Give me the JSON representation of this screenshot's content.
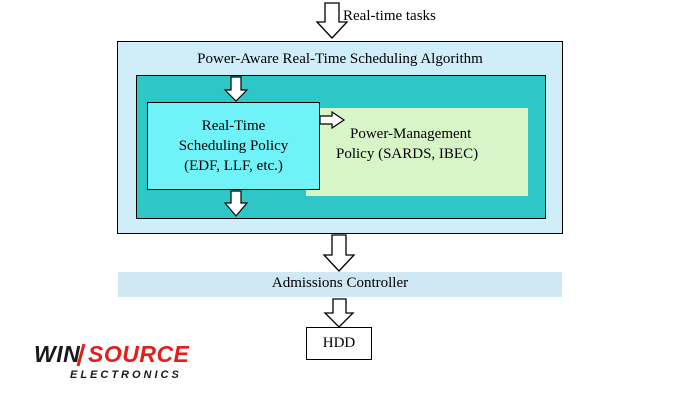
{
  "diagram": {
    "input_label": "Real-time tasks",
    "algorithm_title": "Power-Aware Real-Time Scheduling Algorithm",
    "scheduling_policy": {
      "line1": "Real-Time",
      "line2": "Scheduling Policy",
      "line3": "(EDF, LLF, etc.)"
    },
    "power_policy": {
      "line1": "Power-Management",
      "line2": "Policy (SARDS, IBEC)"
    },
    "admissions_label": "Admissions Controller",
    "hdd_label": "HDD"
  },
  "logo": {
    "brand": "WINSOURCE",
    "sub": "ELECTRONICS"
  },
  "colors": {
    "outer_fill": "#cfeefa",
    "inner_fill": "#2ec6c6",
    "scheduling_fill": "#6ff2f8",
    "power_fill": "#d8f5c8",
    "admissions_fill": "#cfe8f4",
    "logo_red": "#e0201c",
    "logo_dark": "#1a1a1a"
  }
}
